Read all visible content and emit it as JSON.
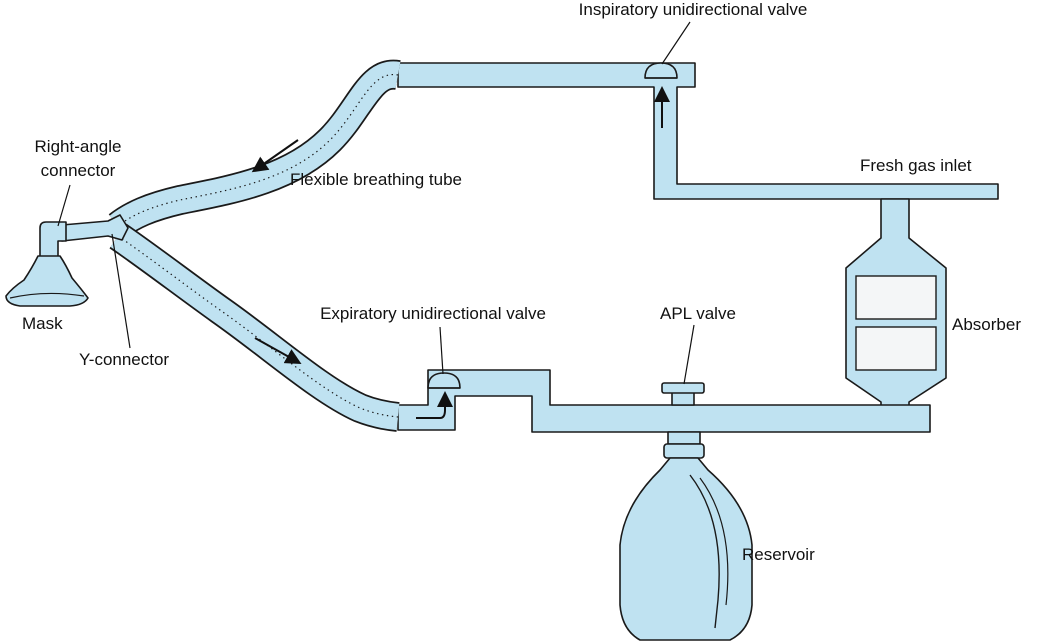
{
  "labels": {
    "inspiratory_valve": "Inspiratory unidirectional valve",
    "fresh_gas_inlet": "Fresh gas inlet",
    "right_angle_connector_line1": "Right-angle",
    "right_angle_connector_line2": "connector",
    "flexible_tube": "Flexible breathing tube",
    "mask": "Mask",
    "y_connector": "Y-connector",
    "expiratory_valve": "Expiratory unidirectional valve",
    "apl_valve": "APL valve",
    "absorber": "Absorber",
    "reservoir": "Reservoir"
  },
  "colors": {
    "tube_fill": "#bfe2f1",
    "outline": "#1a1a1a",
    "text": "#111111"
  }
}
